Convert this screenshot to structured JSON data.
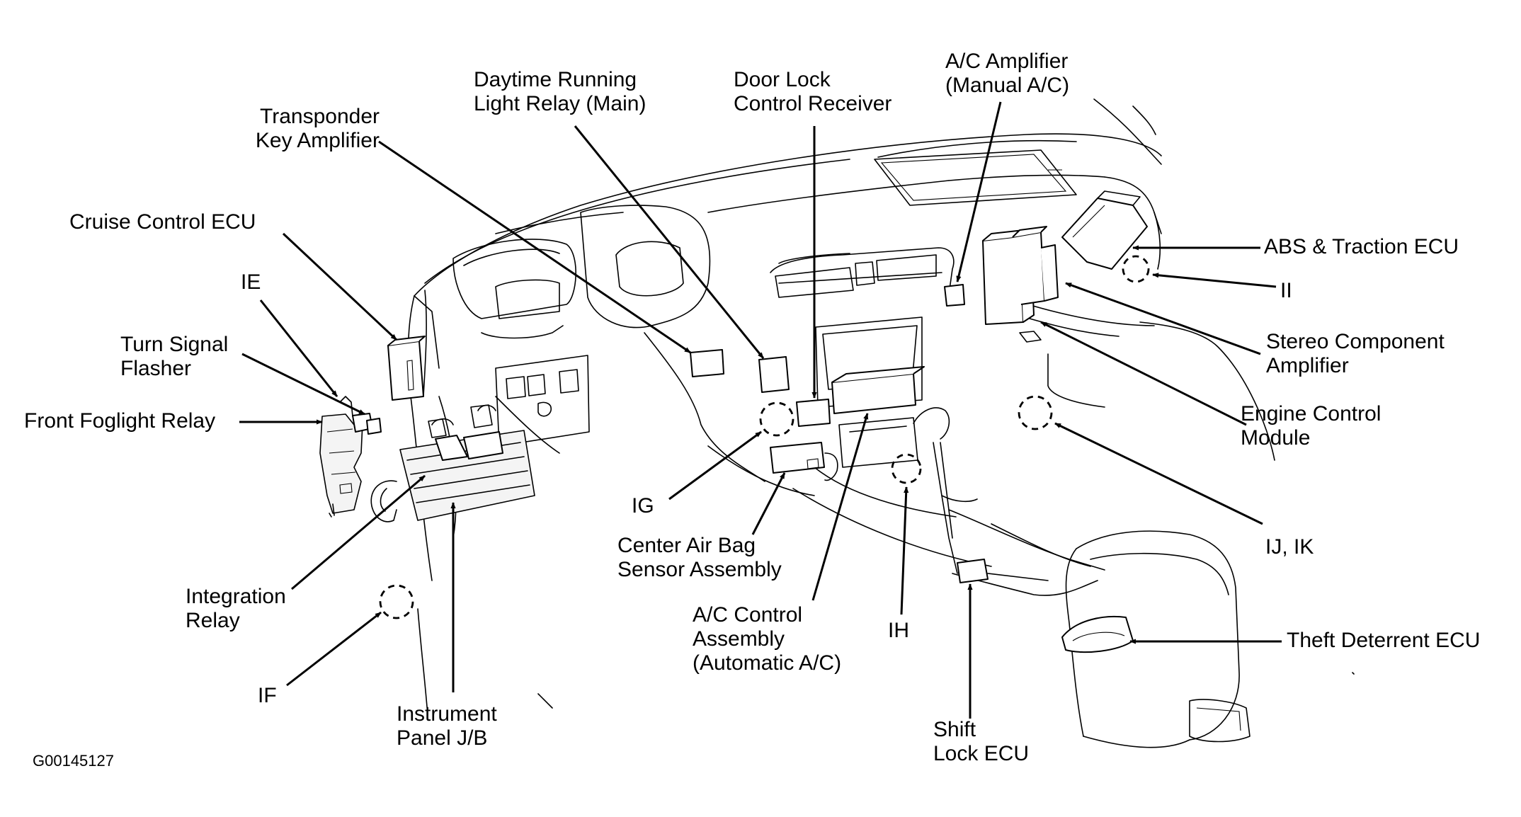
{
  "labels": {
    "transponder": [
      "Transponder",
      "Key Amplifier"
    ],
    "drl": [
      "Daytime Running",
      "Light Relay (Main)"
    ],
    "door_lock": [
      "Door Lock",
      "Control Receiver"
    ],
    "ac_amp": [
      "A/C Amplifier",
      "(Manual A/C)"
    ],
    "cruise": "Cruise Control ECU",
    "ie": "IE",
    "turn_signal": [
      "Turn Signal",
      "Flasher"
    ],
    "foglight": "Front Foglight Relay",
    "integration": [
      "Integration",
      "Relay"
    ],
    "if": "IF",
    "ip_jb": [
      "Instrument",
      "Panel J/B"
    ],
    "ig": "IG",
    "airbag": [
      "Center Air Bag",
      "Sensor Assembly"
    ],
    "ac_control": [
      "A/C Control",
      "Assembly",
      "(Automatic A/C)"
    ],
    "ih": "IH",
    "shift_lock": [
      "Shift",
      "Lock ECU"
    ],
    "abs": "ABS & Traction ECU",
    "ii": "II",
    "stereo": [
      "Stereo Component",
      "Amplifier"
    ],
    "ecm": [
      "Engine Control",
      "Module"
    ],
    "ij_ik": "IJ, IK",
    "theft": "Theft Deterrent ECU"
  },
  "figure_id": "G00145127"
}
